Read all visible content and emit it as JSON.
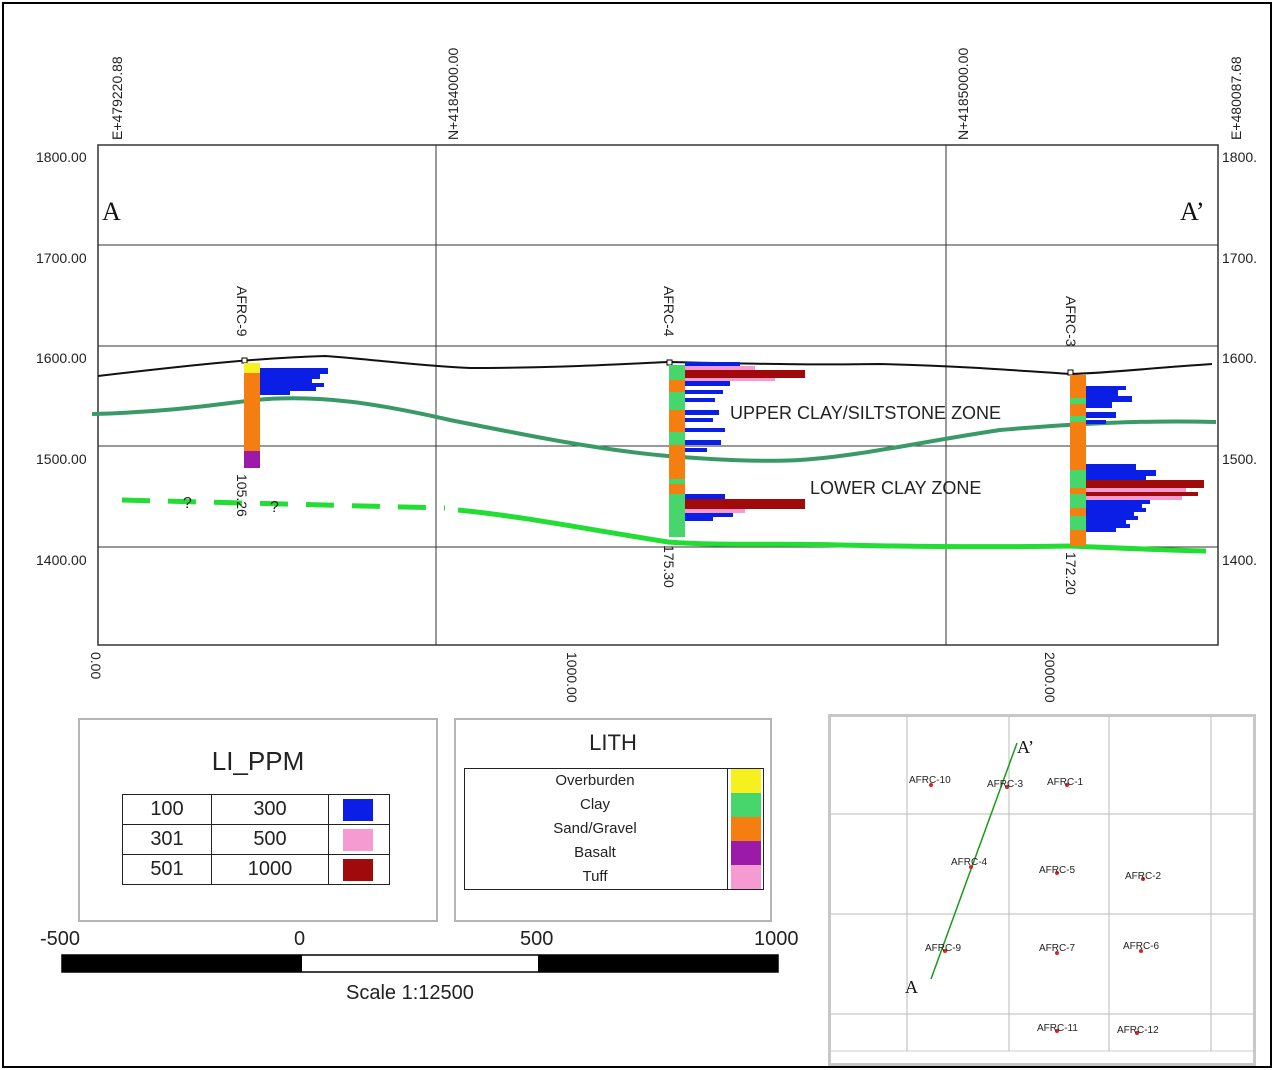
{
  "section": {
    "title_left": "A",
    "title_right": "A’",
    "top_coord_labels": [
      "E+479220.88",
      "N+4184000.00",
      "N+4185000.00",
      "E+480087.68"
    ],
    "elevation_labels_left": [
      "1800.00",
      "1700.00",
      "1600.00",
      "1500.00",
      "1400.00"
    ],
    "elevation_labels_right": [
      "1800.",
      "1700.",
      "1600.",
      "1500.",
      "1400."
    ],
    "distance_labels": [
      "0.00",
      "1000.00",
      "2000.00"
    ],
    "zones": [
      "UPPER CLAY/SILTSTONE ZONE",
      "LOWER CLAY ZONE"
    ],
    "question_marks": [
      "?",
      "?"
    ],
    "drillholes": [
      {
        "name": "AFRC-9",
        "depth_label": "105.26",
        "lith": [
          "Overburden",
          "Sand/Gravel",
          "Basalt"
        ]
      },
      {
        "name": "AFRC-4",
        "depth_label": "175.30",
        "lith": [
          "Clay",
          "Sand/Gravel"
        ]
      },
      {
        "name": "AFRC-3",
        "depth_label": "172.20",
        "lith": [
          "Sand/Gravel",
          "Clay"
        ]
      }
    ]
  },
  "li_legend": {
    "title": "LI_PPM",
    "rows": [
      {
        "from": "100",
        "to": "300",
        "color": "#0a1ee6"
      },
      {
        "from": "301",
        "to": "500",
        "color": "#f59bd1"
      },
      {
        "from": "501",
        "to": "1000",
        "color": "#a00a0a"
      }
    ]
  },
  "lith_legend": {
    "title": "LITH",
    "items": [
      {
        "label": "Overburden",
        "color": "#f5f01e"
      },
      {
        "label": "Clay",
        "color": "#47d66b"
      },
      {
        "label": "Sand/Gravel",
        "color": "#f47f10"
      },
      {
        "label": "Basalt",
        "color": "#9b1aa8"
      },
      {
        "label": "Tuff",
        "color": "#f59bd1"
      }
    ]
  },
  "scale": {
    "ticks": [
      "-500",
      "0",
      "500",
      "1000"
    ],
    "label": "Scale 1:12500"
  },
  "location_map": {
    "label_a": "A",
    "label_a_prime": "A’",
    "holes": [
      "AFRC-10",
      "AFRC-3",
      "AFRC-1",
      "AFRC-4",
      "AFRC-5",
      "AFRC-2",
      "AFRC-9",
      "AFRC-7",
      "AFRC-6",
      "AFRC-11",
      "AFRC-12"
    ]
  },
  "colors": {
    "topography": "#111111",
    "upper_contact": "#3a9a67",
    "lower_contact": "#22dd33",
    "grid": "#333333"
  }
}
